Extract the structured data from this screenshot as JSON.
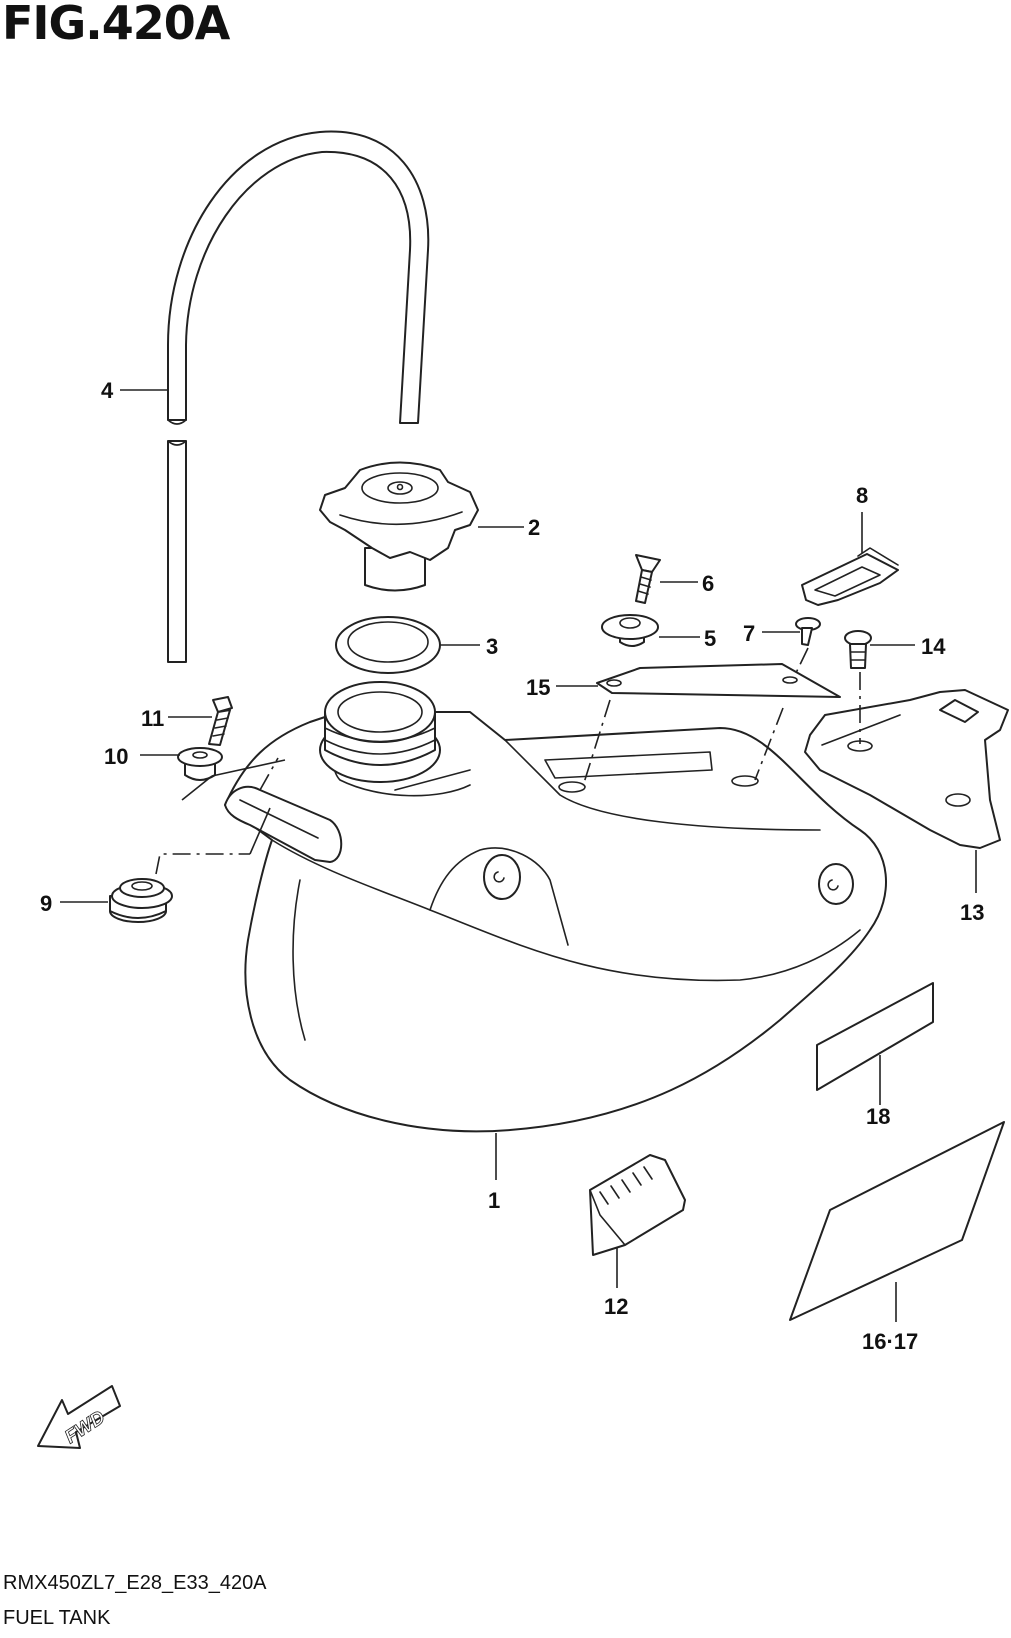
{
  "figure": {
    "title": "FIG.420A",
    "model_code": "RMX450ZL7_E28_E33_420A",
    "section_name": "FUEL TANK"
  },
  "callouts": {
    "c1": "1",
    "c2": "2",
    "c3": "3",
    "c4": "4",
    "c5": "5",
    "c6": "6",
    "c7": "7",
    "c8": "8",
    "c9": "9",
    "c10": "10",
    "c11": "11",
    "c12": "12",
    "c13": "13",
    "c14": "14",
    "c15": "15",
    "c16_17": "16·17",
    "c18": "18"
  },
  "direction_marker": {
    "text": "FWD"
  }
}
